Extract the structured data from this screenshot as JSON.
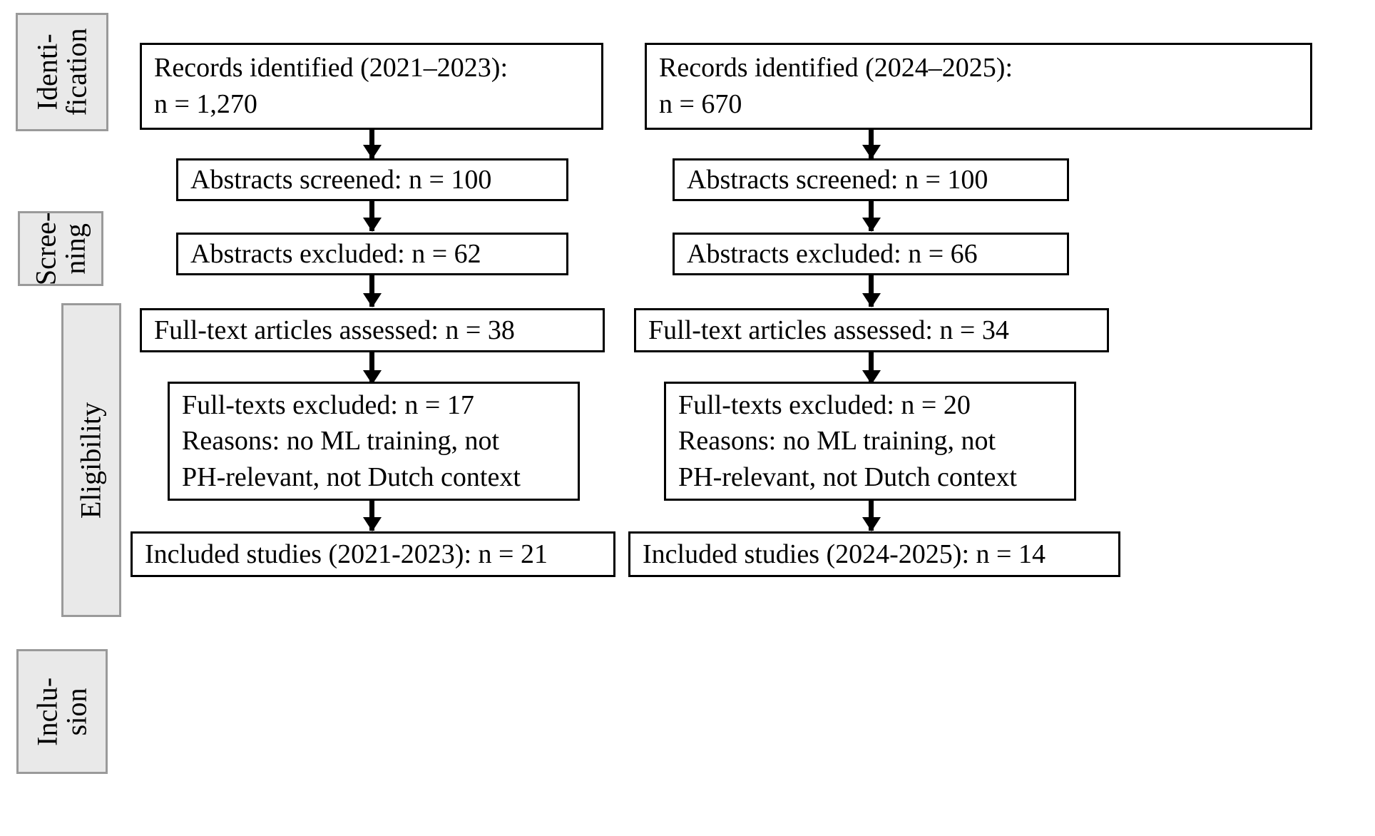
{
  "figure": {
    "type": "prisma-flow-diagram",
    "colors": {
      "box_border": "#000000",
      "box_fill": "#ffffff",
      "stage_label_fill": "#e9e9e9",
      "stage_label_border": "#9a9a9a",
      "text": "#000000",
      "arrow": "#000000"
    }
  },
  "stages": [
    {
      "name": "identification",
      "lines": [
        "Identi-",
        "fication"
      ]
    },
    {
      "name": "screening",
      "lines": [
        "Scree-",
        "ning"
      ]
    },
    {
      "name": "eligibility",
      "lines": [
        "Eligibility"
      ]
    },
    {
      "name": "inclusion",
      "lines": [
        "Inclu-",
        "sion"
      ]
    }
  ],
  "columns": [
    {
      "name": "cohort-2021-2023",
      "boxes": [
        {
          "id": "records-identified",
          "lines": [
            "Records identified (2021–2023):",
            "n = 1,270"
          ]
        },
        {
          "id": "abstracts-screened",
          "lines": [
            "Abstracts screened: n = 100"
          ]
        },
        {
          "id": "abstracts-excluded",
          "lines": [
            "Abstracts excluded: n = 62"
          ]
        },
        {
          "id": "fulltext-assessed",
          "lines": [
            "Full-text articles assessed: n = 38"
          ]
        },
        {
          "id": "fulltexts-excluded",
          "lines": [
            "Full-texts excluded: n = 17",
            "Reasons: no ML training, not",
            "PH-relevant, not Dutch context"
          ]
        },
        {
          "id": "included-studies",
          "lines": [
            "Included studies (2021-2023): n = 21"
          ]
        }
      ]
    },
    {
      "name": "cohort-2024-2025",
      "boxes": [
        {
          "id": "records-identified",
          "lines": [
            "Records identified (2024–2025):",
            "n = 670"
          ]
        },
        {
          "id": "abstracts-screened",
          "lines": [
            "Abstracts screened: n = 100"
          ]
        },
        {
          "id": "abstracts-excluded",
          "lines": [
            "Abstracts excluded: n = 66"
          ]
        },
        {
          "id": "fulltext-assessed",
          "lines": [
            "Full-text articles assessed: n = 34"
          ]
        },
        {
          "id": "fulltexts-excluded",
          "lines": [
            "Full-texts excluded: n = 20",
            "Reasons: no ML training, not",
            "PH-relevant, not Dutch context"
          ]
        },
        {
          "id": "included-studies",
          "lines": [
            "Included studies (2024-2025): n = 14"
          ]
        }
      ]
    }
  ],
  "chart_data": {
    "type": "diagram",
    "title": "PRISMA study-selection flow",
    "series": [
      {
        "name": "2021–2023",
        "steps": [
          {
            "label": "Records identified",
            "n": 1270
          },
          {
            "label": "Abstracts screened",
            "n": 100
          },
          {
            "label": "Abstracts excluded",
            "n": 62
          },
          {
            "label": "Full-text articles assessed",
            "n": 38
          },
          {
            "label": "Full-texts excluded",
            "n": 17
          },
          {
            "label": "Included studies",
            "n": 21
          }
        ]
      },
      {
        "name": "2024–2025",
        "steps": [
          {
            "label": "Records identified",
            "n": 670
          },
          {
            "label": "Abstracts screened",
            "n": 100
          },
          {
            "label": "Abstracts excluded",
            "n": 66
          },
          {
            "label": "Full-text articles assessed",
            "n": 34
          },
          {
            "label": "Full-texts excluded",
            "n": 20
          },
          {
            "label": "Included studies",
            "n": 14
          }
        ]
      }
    ]
  }
}
